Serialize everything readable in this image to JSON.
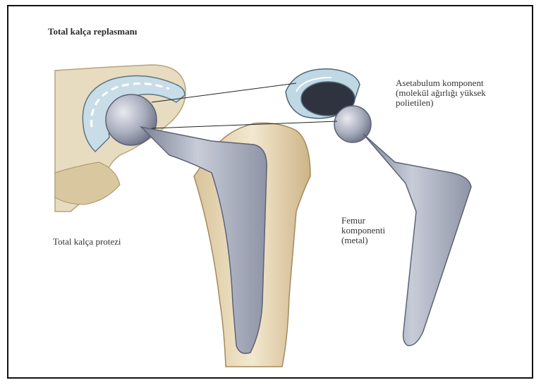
{
  "title": "Total kalça replasmanı",
  "labels": {
    "prosthesis": "Total kalça protezi",
    "acetabulum": [
      "Asetabulum komponent",
      "(molekül ağırlığı yüksek",
      "polietilen)"
    ],
    "femur": [
      "Femur",
      "komponenti",
      "(metal)"
    ]
  },
  "colors": {
    "bone": "#e6d7b4",
    "metal": "#a9afc0",
    "cup": "#c9dde8"
  }
}
